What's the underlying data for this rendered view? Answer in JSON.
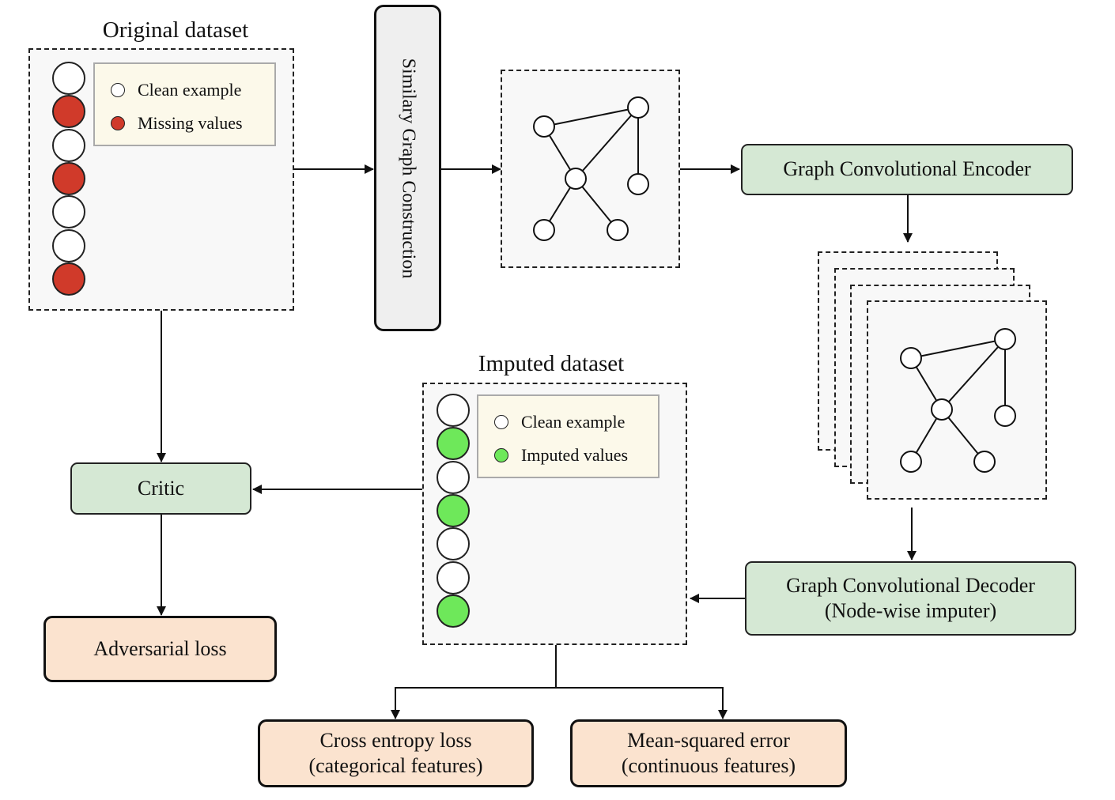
{
  "original": {
    "title": "Original dataset",
    "legend": {
      "clean": "Clean example",
      "missing": "Missing values"
    },
    "column": [
      "clean",
      "missing",
      "clean",
      "missing",
      "clean",
      "clean",
      "missing"
    ]
  },
  "similarity": {
    "label": "Similary Graph Construction"
  },
  "encoder": {
    "label": "Graph Convolutional Encoder"
  },
  "decoder": {
    "line1": "Graph Convolutional Decoder",
    "line2": "(Node-wise imputer)"
  },
  "imputed": {
    "title": "Imputed dataset",
    "legend": {
      "clean": "Clean example",
      "imputed": "Imputed values"
    },
    "column": [
      "clean",
      "imputed",
      "clean",
      "imputed",
      "clean",
      "clean",
      "imputed"
    ]
  },
  "critic": {
    "label": "Critic"
  },
  "adversarial": {
    "label": "Adversarial loss"
  },
  "cross_entropy": {
    "line1": "Cross entropy loss",
    "line2": "(categorical features)"
  },
  "mse": {
    "line1": "Mean-squared error",
    "line2": "(continuous features)"
  },
  "colors": {
    "missing": "#d03a2a",
    "imputed": "#6ee85a",
    "clean": "#ffffff"
  }
}
